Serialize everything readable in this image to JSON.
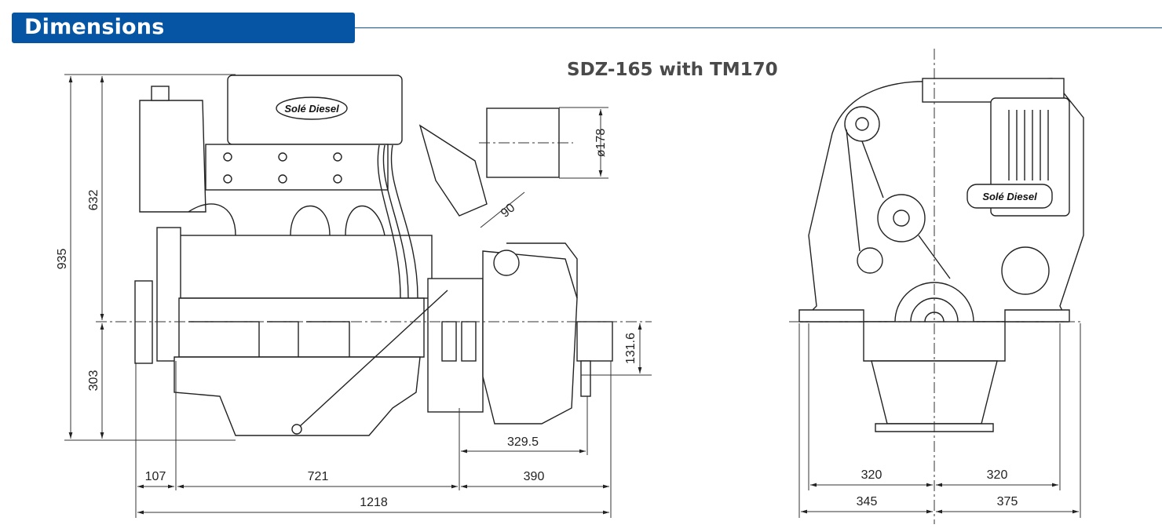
{
  "header": {
    "title": "Dimensions",
    "accent_color": "#0654a4"
  },
  "drawing": {
    "title": "SDZ-165 with TM170",
    "logo_text": "Solé Diesel",
    "side_view": {
      "overall_height": "935",
      "upper_height": "632",
      "lower_height": "303",
      "front_overhang": "107",
      "engine_length": "721",
      "gearbox_length": "390",
      "overall_length": "1218",
      "output_offset": "329.5",
      "shaft_offset": "131.6",
      "exhaust_diameter": "ø178",
      "exhaust_angle": "90"
    },
    "front_view": {
      "left_half_mount": "320",
      "right_half_mount": "320",
      "left_half_width": "345",
      "right_half_width": "375"
    }
  }
}
